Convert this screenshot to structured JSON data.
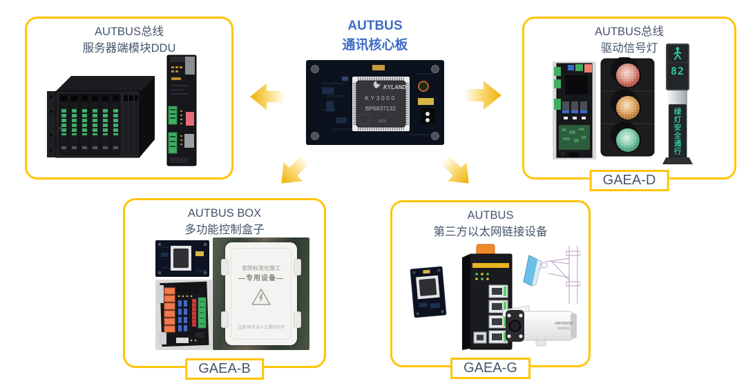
{
  "colors": {
    "box_border_yellow": "#FFC400",
    "arrow_yellow": "#F0B000",
    "title_dark": "#44546A",
    "title_blue": "#3D6BC7",
    "signal_green": "#2EC98E"
  },
  "center": {
    "title1": "AUTBUS",
    "title2": "通讯核心板",
    "chip": {
      "brand": "KYLAND",
      "model": "KY3000",
      "part": "BP6837132",
      "date": "1925"
    }
  },
  "boxes": {
    "server": {
      "title1": "AUTBUS总线",
      "title2": "服务器端模块DDU"
    },
    "signal": {
      "title1": "AUTBUS总线",
      "title2": "驱动信号灯",
      "tag": "GAEA-D",
      "countdown": "82",
      "banner": "绿灯安全通行"
    },
    "ctrl": {
      "title1": "AUTBUS BOX",
      "title2": "多功能控制盒子",
      "tag": "GAEA-B",
      "enc_title": "安防标准化施工",
      "enc_subtitle": "—专用设备—",
      "enc_note": "注意!非专业人士请勿打开"
    },
    "eth": {
      "title1": "AUTBUS",
      "title2": "第三方以太网链接设备",
      "tag": "GAEA-G",
      "camera_brand": "HIKVISION",
      "camera_brand_cn": "海康威视"
    }
  }
}
